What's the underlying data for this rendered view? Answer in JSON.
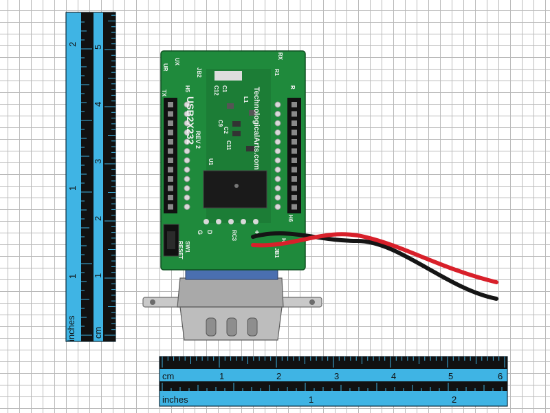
{
  "scene": {
    "description_label": ""
  },
  "vertical_ruler": {
    "inch_label": "inches",
    "cm_label": "cm",
    "inch_ticks": [
      "1",
      "1",
      "2"
    ],
    "cm_ticks": [
      "1",
      "2",
      "3",
      "4",
      "5"
    ]
  },
  "horizontal_ruler": {
    "cm_label": "cm",
    "inch_label": "inches",
    "cm_ticks": [
      "1",
      "2",
      "3",
      "4",
      "5",
      "6"
    ],
    "inch_ticks": [
      "1",
      "2"
    ]
  },
  "board": {
    "brand": "TechnologicalArts.com",
    "model": "USB2X232",
    "revision": "REV 2",
    "silkscreen": {
      "ux": "UX",
      "jb2": "JB2",
      "ur": "UR",
      "rx": "RX",
      "r1": "R1",
      "tx": "TX",
      "r": "R",
      "h5": "H5",
      "c12": "C12",
      "c1": "C1",
      "l1": "L1",
      "c9": "C9",
      "c2": "C2",
      "c11": "C11",
      "u1": "U1",
      "h6": "H6",
      "g": "G",
      "d": "D",
      "plus": "+",
      "rc3": "RC3",
      "reset": "RESET",
      "sw1": "SW1",
      "jb1": "JB1",
      "h1": "H1"
    }
  },
  "colors": {
    "ruler_blue": "#3fb4e4",
    "pcb_green": "#1f8a3c",
    "wire_red": "#d8202a",
    "wire_black": "#151515",
    "grid": "#b9b9b9"
  }
}
